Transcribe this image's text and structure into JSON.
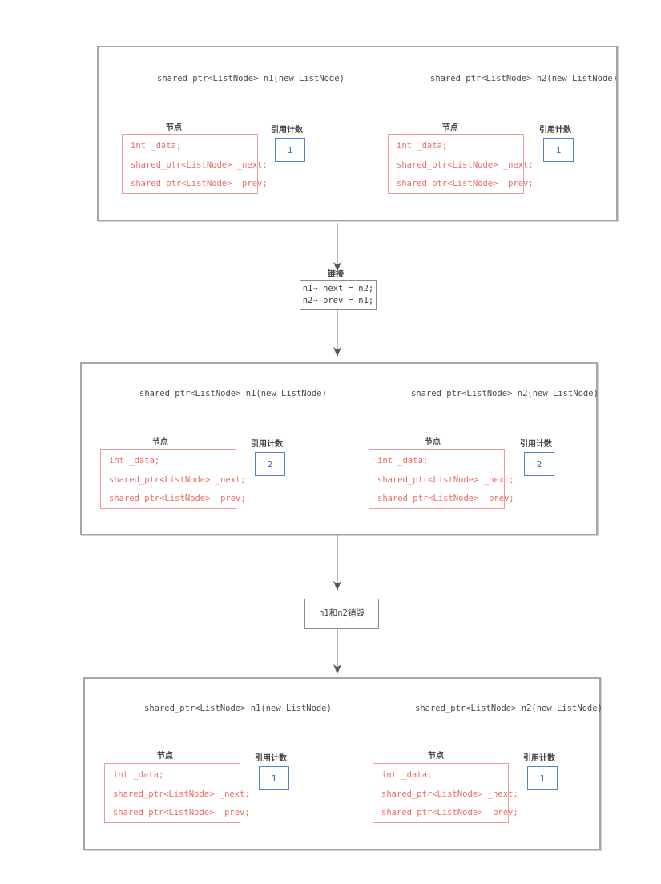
{
  "diagram": {
    "title": "shared_ptr circular reference lifecycle",
    "colors": {
      "node_border": "#f09b98",
      "node_text": "#ef6b67",
      "count_border": "#4a86c8",
      "count_text": "#2f6fb5",
      "panel_border": "#a6a6a6",
      "arrow": "#595959",
      "arrow_faded": "#c9c9c9"
    },
    "labels": {
      "node_caption": "节点",
      "count_caption": "引用计数"
    },
    "node_fields": [
      "int _data;",
      "shared_ptr<ListNode> _next;",
      "shared_ptr<ListNode> _prev;"
    ],
    "stages": [
      {
        "id": "stage-1",
        "left": {
          "decl": "shared_ptr<ListNode> n1(new ListNode)",
          "node_caption": "节点",
          "count_caption": "引用计数",
          "count": "1",
          "fields": [
            "int _data;",
            "shared_ptr<ListNode> _next;",
            "shared_ptr<ListNode> _prev;"
          ]
        },
        "right": {
          "decl": "shared_ptr<ListNode> n2(new ListNode)",
          "node_caption": "节点",
          "count_caption": "引用计数",
          "count": "1",
          "fields": [
            "int _data;",
            "shared_ptr<ListNode> _next;",
            "shared_ptr<ListNode> _prev;"
          ]
        },
        "arrows": "solid",
        "linked": false
      },
      {
        "id": "stage-2",
        "left": {
          "decl": "shared_ptr<ListNode> n1(new ListNode)",
          "node_caption": "节点",
          "count_caption": "引用计数",
          "count": "2",
          "fields": [
            "int _data;",
            "shared_ptr<ListNode> _next;",
            "shared_ptr<ListNode> _prev;"
          ]
        },
        "right": {
          "decl": "shared_ptr<ListNode> n2(new ListNode)",
          "node_caption": "节点",
          "count_caption": "引用计数",
          "count": "2",
          "fields": [
            "int _data;",
            "shared_ptr<ListNode> _next;",
            "shared_ptr<ListNode> _prev;"
          ]
        },
        "arrows": "solid",
        "linked": true
      },
      {
        "id": "stage-3",
        "left": {
          "decl": "shared_ptr<ListNode> n1(new ListNode)",
          "node_caption": "节点",
          "count_caption": "引用计数",
          "count": "1",
          "fields": [
            "int _data;",
            "shared_ptr<ListNode> _next;",
            "shared_ptr<ListNode> _prev;"
          ]
        },
        "right": {
          "decl": "shared_ptr<ListNode> n2(new ListNode)",
          "node_caption": "节点",
          "count_caption": "引用计数",
          "count": "1",
          "fields": [
            "int _data;",
            "shared_ptr<ListNode> _next;",
            "shared_ptr<ListNode> _prev;"
          ]
        },
        "arrows": "dotted",
        "linked": true
      }
    ],
    "connectors": [
      {
        "id": "connector-1",
        "label": "链接",
        "lines": [
          "n1→_next = n2;",
          "n2→_prev = n1;"
        ]
      },
      {
        "id": "connector-2",
        "label": "",
        "lines": [
          "n1和n2销毁"
        ]
      }
    ]
  }
}
